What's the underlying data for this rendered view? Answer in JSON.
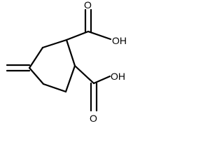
{
  "structure": {
    "upper_acid": {
      "oxygen_label": "O",
      "hydroxyl_label": "OH"
    },
    "lower_acid": {
      "oxygen_label": "O",
      "hydroxyl_label": "OH"
    }
  }
}
